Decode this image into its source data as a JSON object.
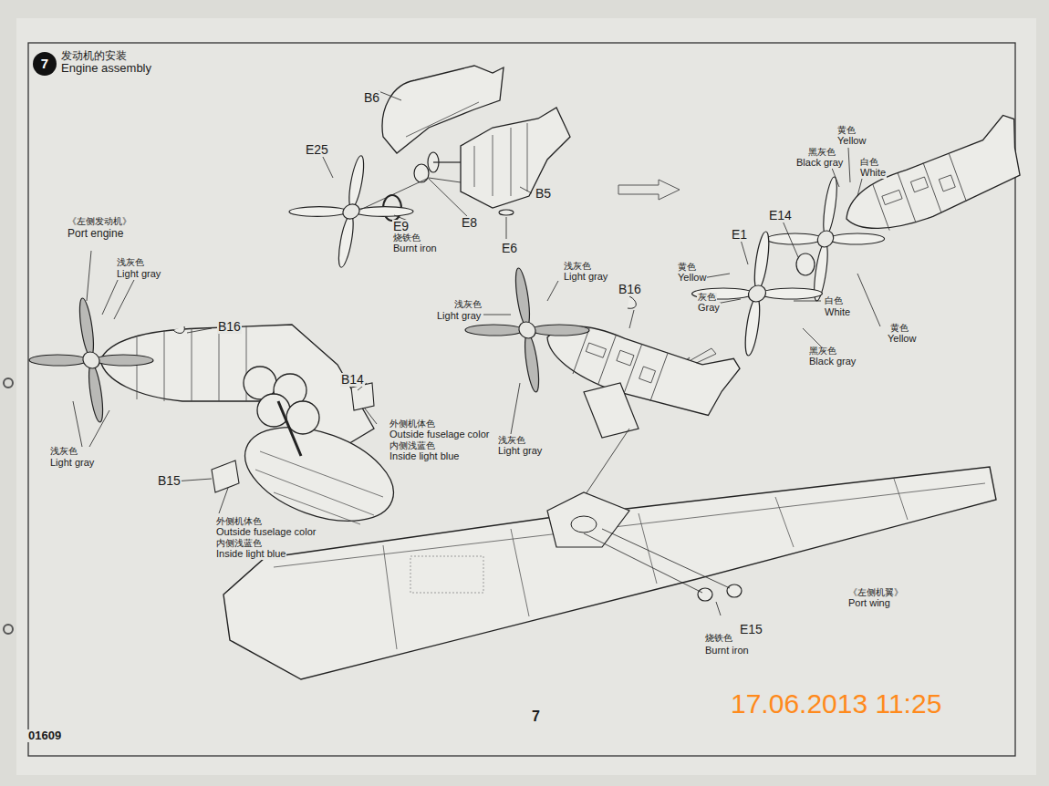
{
  "diagram": {
    "title": "Engine assembly",
    "labels": [
      "7",
      "发动机的安装",
      "B6",
      "E25",
      "B5",
      "E9",
      "烧铁色",
      "Burnt iron",
      "E8",
      "E6",
      "黄色",
      "Yellow",
      "黑灰色",
      "Black gray",
      "白色",
      "White",
      "E14",
      "E1",
      "黄色",
      "Yellow",
      "灰色",
      "Gray",
      "白色",
      "White",
      "黄色",
      "Yellow",
      "黑灰色",
      "Black gray",
      "《左侧发动机》",
      "Port engine",
      "浅灰色",
      "Light gray",
      "B16",
      "B14",
      "外侧机体色",
      "Outside fuselage color",
      "内侧浅蓝色",
      "Inside light blue",
      "浅灰色",
      "Light gray",
      "B15",
      "外侧机体色",
      "Outside fuselage color",
      "内侧浅蓝色",
      "Inside light blue",
      "浅灰色",
      "Light gray",
      "浅灰色",
      "Light gray",
      "B16",
      "浅灰色",
      "Light gray",
      "《左侧机翼》",
      "Port wing",
      "烧铁色",
      "E15",
      "Burnt iron",
      "7",
      "01609",
      "17.06.2013 11:25"
    ]
  }
}
